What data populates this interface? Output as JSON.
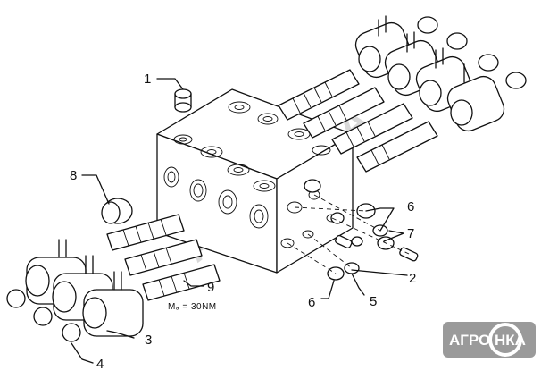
{
  "diagram": {
    "callouts": [
      "1",
      "2",
      "3",
      "4",
      "5",
      "6",
      "6",
      "7",
      "8",
      "9"
    ],
    "torque": "Mₐ = 30NM"
  },
  "watermark": {
    "text": "АГРО НКА"
  },
  "colors": {
    "ink": "#111111",
    "paper": "#ffffff",
    "watermark": "#9a9a9a"
  }
}
